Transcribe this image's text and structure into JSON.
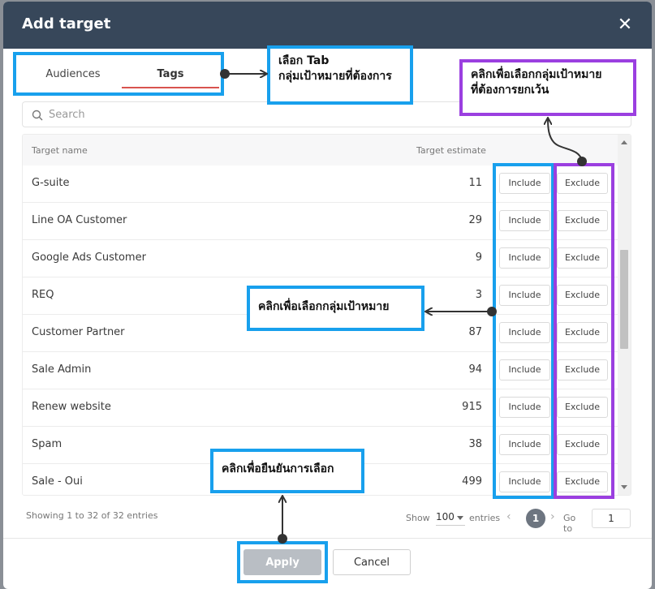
{
  "modal": {
    "title": "Add target"
  },
  "tabs": [
    {
      "label": "Audiences"
    },
    {
      "label": "Tags"
    }
  ],
  "search": {
    "placeholder": "Search"
  },
  "table": {
    "headers": {
      "name": "Target name",
      "estimate": "Target estimate"
    },
    "include_label": "Include",
    "exclude_label": "Exclude",
    "rows": [
      {
        "name": "G-suite",
        "estimate": "11"
      },
      {
        "name": "Line OA Customer",
        "estimate": "29"
      },
      {
        "name": "Google Ads Customer",
        "estimate": "9"
      },
      {
        "name": "REQ",
        "estimate": "3"
      },
      {
        "name": "Customer Partner",
        "estimate": "87"
      },
      {
        "name": "Sale Admin",
        "estimate": "94"
      },
      {
        "name": "Renew website",
        "estimate": "915"
      },
      {
        "name": "Spam",
        "estimate": "38"
      },
      {
        "name": "Sale - Oui",
        "estimate": "499"
      }
    ]
  },
  "footer": {
    "info": "Showing 1 to 32 of 32 entries",
    "show_label": "Show",
    "page_size": "100",
    "entries_label": "entries",
    "current_page": "1",
    "goto_label": "Go to",
    "goto_value": "1"
  },
  "actions": {
    "apply": "Apply",
    "cancel": "Cancel"
  },
  "annotations": {
    "tab_note": [
      "เลือก Tab",
      "กลุ่มเป้าหมายที่ต้องการ"
    ],
    "exclude_note": [
      "คลิกเพื่อเลือกกลุ่มเป้าหมาย",
      "ที่ต้องการยกเว้น"
    ],
    "include_note": "คลิกเพื่อเลือกกลุ่มเป้าหมาย",
    "apply_note": "คลิกเพื่อยืนยันการเลือก"
  },
  "colors": {
    "header_bg": "#37475a",
    "tab_underline": "#d9534f",
    "annotation_blue": "#18a0ed",
    "annotation_purple": "#9b3fe0",
    "apply_bg": "#b9bec4",
    "page_active": "#6d7580"
  }
}
